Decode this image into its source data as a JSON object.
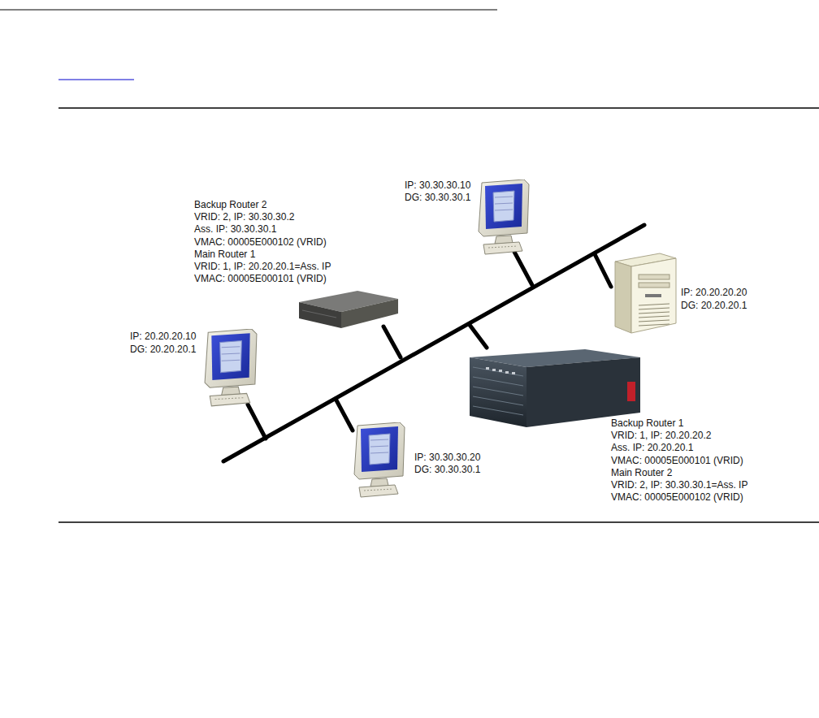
{
  "diagram": {
    "labels": [
      "Backup Router 2",
      "VRID: 2, IP: 30.30.30.2",
      "Ass. IP: 30.30.30.1",
      "VMAC: 00005E000102 (VRID)",
      "Main Router 1",
      "VRID: 1, IP: 20.20.20.1=Ass. IP",
      "VMAC: 00005E000101 (VRID)",
      "IP: 30.30.30.10",
      "DG: 30.30.30.1",
      "IP: 20.20.20.20",
      "DG: 20.20.20.1",
      "IP: 20.20.20.10",
      "DG: 20.20.20.1",
      "IP: 30.30.30.20",
      "DG: 30.30.30.1",
      "Backup Router 1",
      "VRID: 1, IP: 20.20.20.2",
      "Ass. IP: 20.20.20.1",
      "VMAC: 00005E000101 (VRID)",
      "Main Router 2",
      "VRID: 2, IP: 30.30.30.1=Ass. IP",
      "VMAC: 00005E000102 (VRID)"
    ]
  }
}
